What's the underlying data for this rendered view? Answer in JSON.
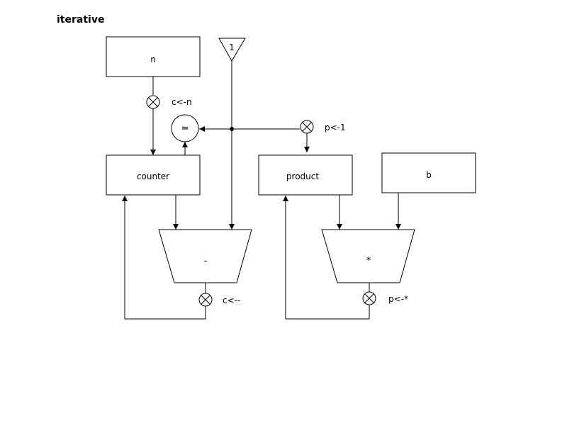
{
  "title": "iterative",
  "registers": {
    "n": "n",
    "counter": "counter",
    "product": "product",
    "b": "b"
  },
  "constant": "1",
  "comparator": "=",
  "alus": {
    "subtract": "-",
    "multiply": "*"
  },
  "control_signals": {
    "c_load_n": "c<-n",
    "p_load_1": "p<-1",
    "c_load_dec": "c<--",
    "p_load_mul": "p<-*"
  }
}
